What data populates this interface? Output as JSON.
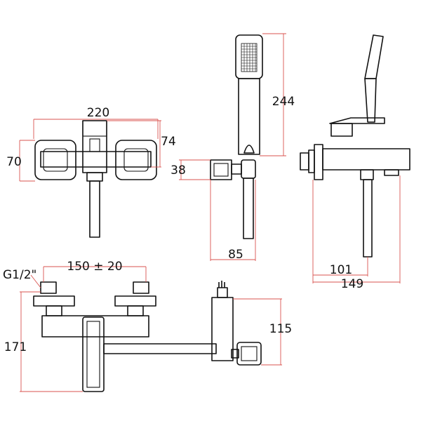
{
  "colors": {
    "outline": "#111111",
    "dimension_line": "#d9534f",
    "background": "#ffffff"
  },
  "dimensions": {
    "front_width": "220",
    "front_height": "70",
    "spout_height": "74",
    "handshower_length": "244",
    "bracket_size": "38",
    "bracket_projection": "85",
    "side_projection_inner": "101",
    "side_projection_outer": "149",
    "thread_size": "G1/2\"",
    "centers": "150 ± 20",
    "total_height": "171",
    "hose_connection_height": "115"
  }
}
